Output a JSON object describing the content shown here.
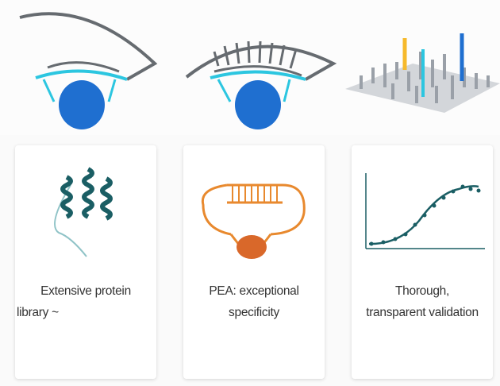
{
  "cards": [
    {
      "title_line1": "Extensive protein",
      "title_line2": "library ~"
    },
    {
      "title_line1": "PEA: exceptional",
      "title_line2": "specificity"
    },
    {
      "title_line1": "Thorough,",
      "title_line2": "transparent validation"
    }
  ],
  "colors": {
    "blue": "#1f6fd0",
    "cyan": "#2cc6e0",
    "gray": "#666b70",
    "teal": "#1a5e64",
    "orange": "#e8892e",
    "yellow": "#f6b92b"
  }
}
